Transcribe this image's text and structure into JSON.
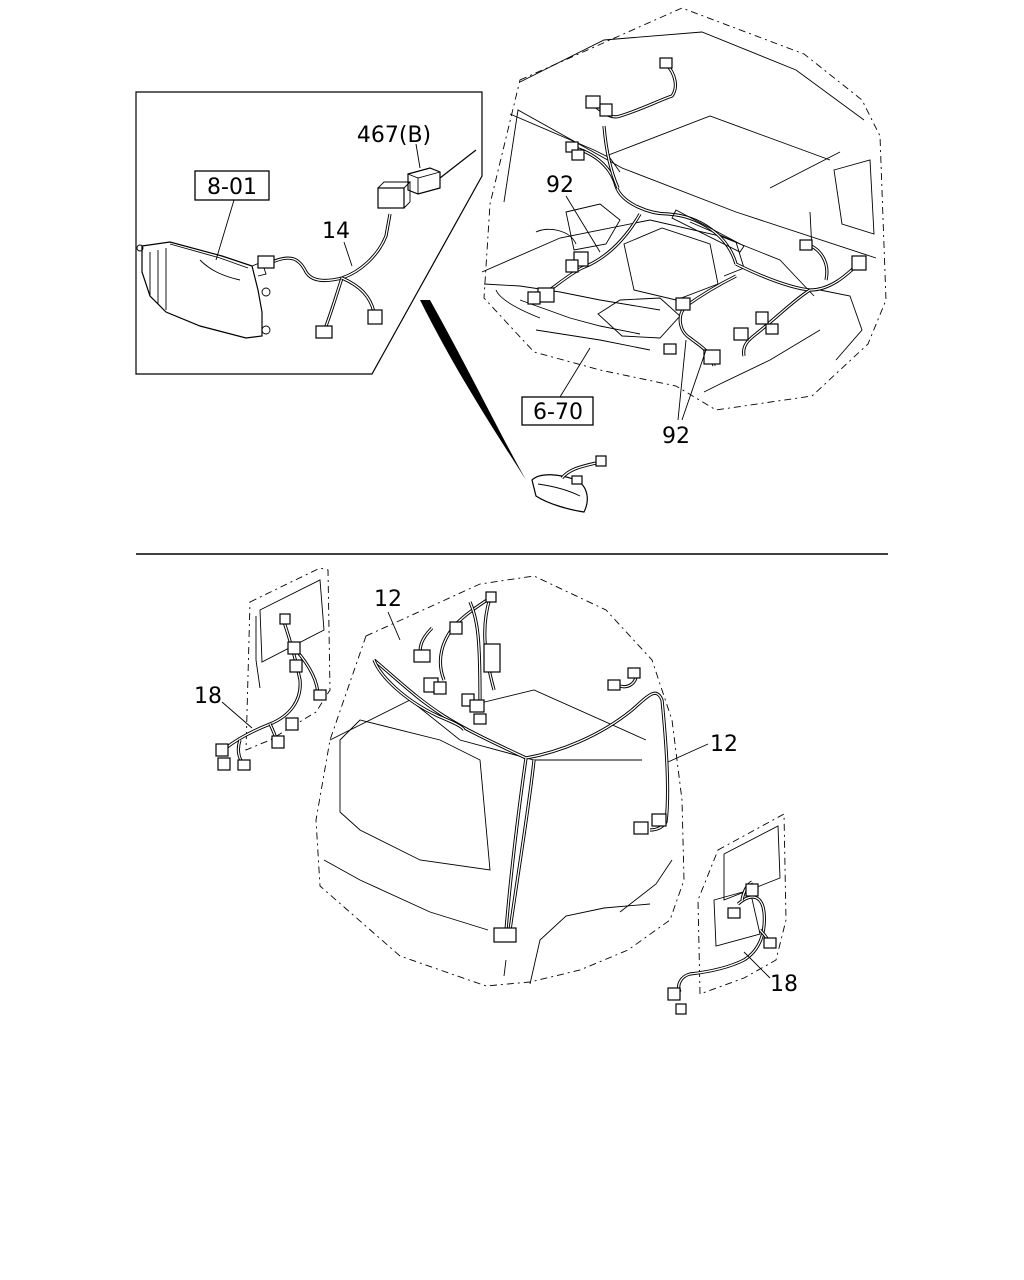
{
  "diagram": {
    "top_section": {
      "inset_labels": {
        "ref_headlamp": "8-01",
        "part_connector": "467(B)",
        "part_harness": "14"
      },
      "cab_labels": {
        "ref_cab": "6-70",
        "part_harness_upper": "92",
        "part_harness_lower": "92"
      }
    },
    "bottom_section": {
      "labels": {
        "part_roof_harness_left": "12",
        "part_roof_harness_right": "12",
        "part_door_harness_left": "18",
        "part_door_harness_right": "18"
      }
    }
  }
}
